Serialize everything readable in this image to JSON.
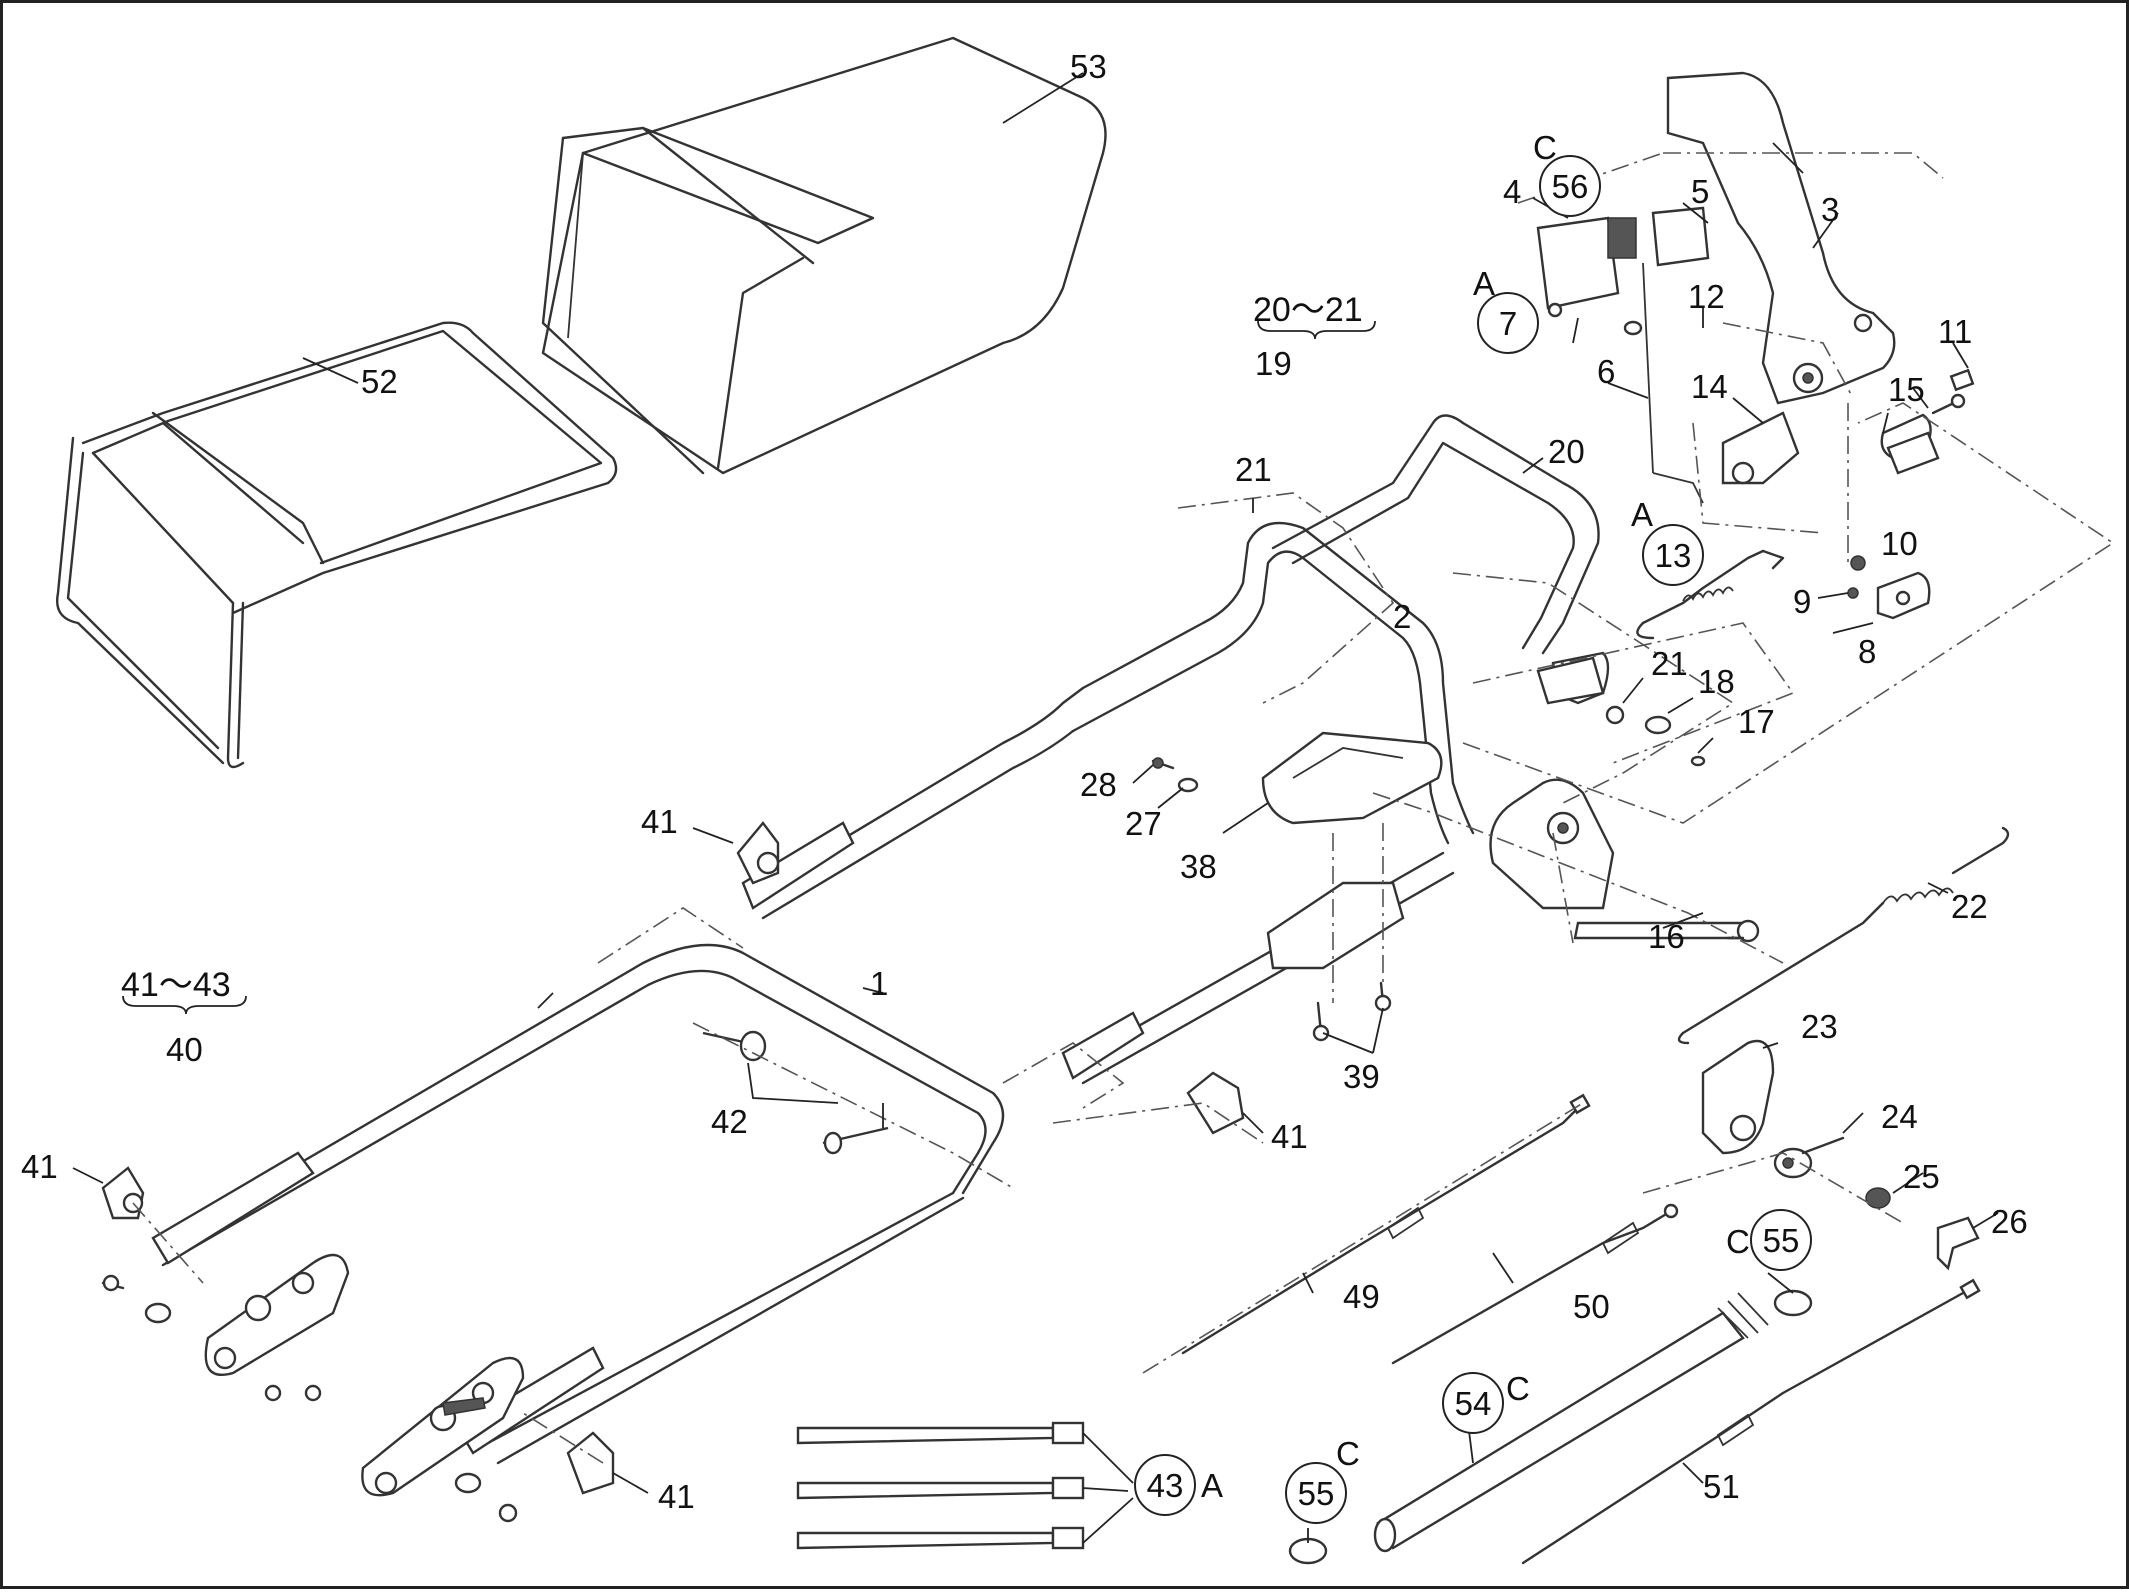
{
  "callouts": {
    "p1": "1",
    "p2": "2",
    "p3": "3",
    "p4": "4",
    "p5": "5",
    "p6": "6",
    "p7": "7",
    "p8": "8",
    "p9": "9",
    "p10": "10",
    "p11": "11",
    "p12": "12",
    "p13": "13",
    "p14": "14",
    "p15": "15",
    "p16": "16",
    "p17": "17",
    "p18": "18",
    "p19": "19",
    "p20": "20",
    "p21a": "21",
    "p21b": "21",
    "p22": "22",
    "p23": "23",
    "p24": "24",
    "p25": "25",
    "p26": "26",
    "p27": "27",
    "p28": "28",
    "p38": "38",
    "p39": "39",
    "p40": "40",
    "p41a": "41",
    "p41b": "41",
    "p41c": "41",
    "p41d": "41",
    "p42": "42",
    "p43": "43",
    "p49": "49",
    "p50": "50",
    "p51": "51",
    "p52": "52",
    "p53": "53",
    "p54": "54",
    "p55a": "55",
    "p55b": "55",
    "p56": "56"
  },
  "ranges": {
    "r20_21": "20～21",
    "r41_43": "41～43"
  },
  "letters": {
    "a7": "A",
    "a13": "A",
    "a43": "A",
    "c56": "C",
    "c54": "C",
    "c55a": "C",
    "c55b": "C"
  }
}
